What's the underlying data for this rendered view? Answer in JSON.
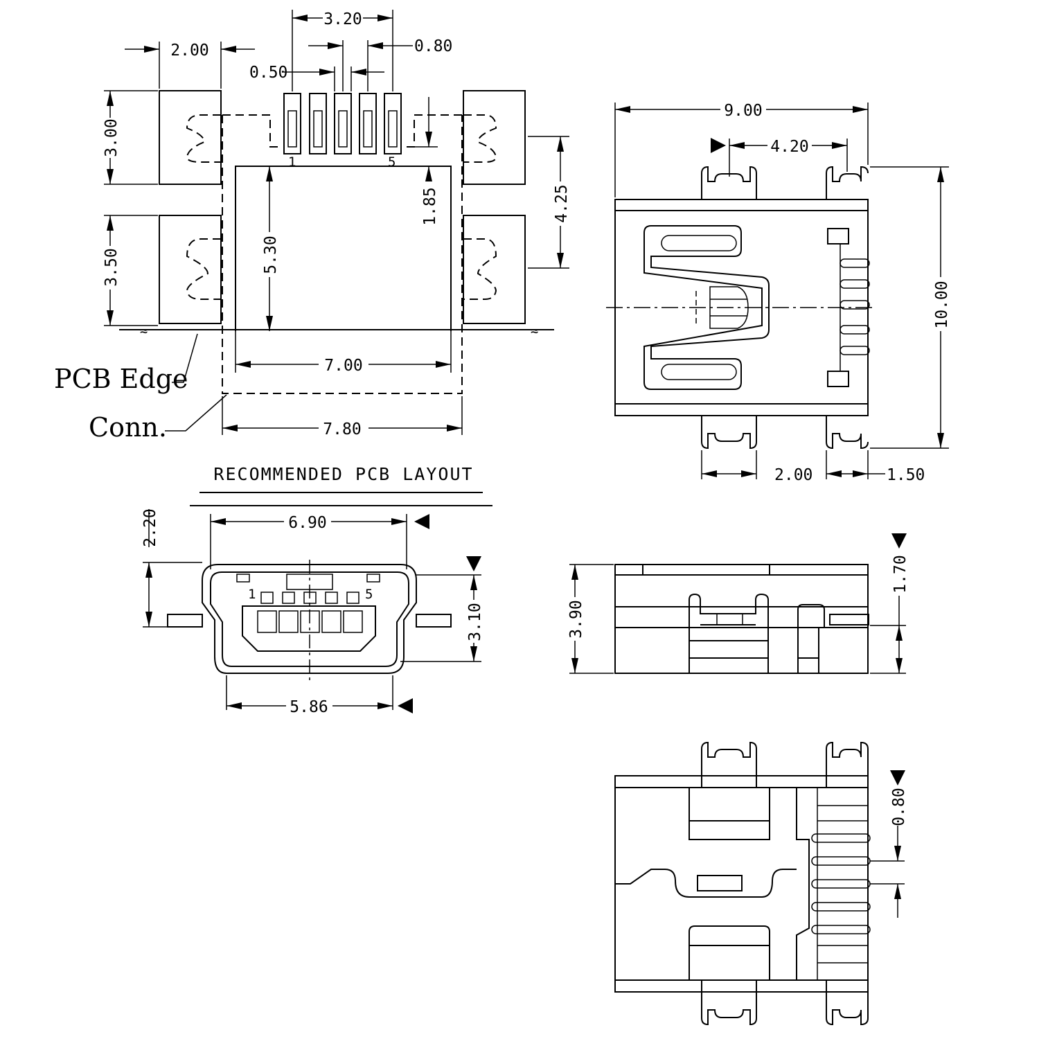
{
  "title": "RECOMMENDED PCB LAYOUT",
  "labels": {
    "pcb_edge": "PCB Edge",
    "conn": "Conn."
  },
  "pins": {
    "first": "1",
    "last": "5"
  },
  "dimensions": {
    "pad_width": "2.00",
    "pin_span": "3.20",
    "pin_pitch": "0.80",
    "pin_width": "0.50",
    "pad_height_top": "3.00",
    "pad_height_bottom": "3.50",
    "inner_height": "5.30",
    "pin_to_cutout": "1.85",
    "pad_gap": "4.25",
    "inner_width": "7.00",
    "outer_width": "7.80",
    "body_width": "9.00",
    "tab_offset": "4.20",
    "body_length": "10.00",
    "tab_width": "2.00",
    "tab_edge": "1.50",
    "front_width": "6.90",
    "front_tab": "2.20",
    "front_height": "3.10",
    "front_bottom": "5.86",
    "side_height": "3.90",
    "side_top": "1.70",
    "bottom_pitch": "0.80"
  }
}
